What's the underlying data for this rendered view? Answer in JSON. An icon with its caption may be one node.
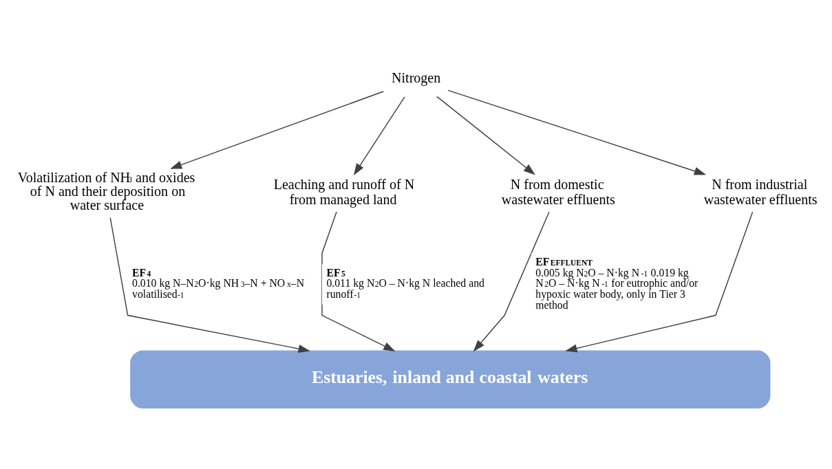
{
  "diagram": {
    "nodes": [
      {
        "text": [
          "Nitrogen"
        ]
      },
      {
        "text": [
          "Volatilization of NH$_{3}$ and oxides of N and their deposition on water surface"
        ]
      },
      {
        "text": [
          "Leaching and runoff of N from managed land"
        ]
      },
      {
        "text": [
          "N from domestic wastewater effluents"
        ]
      },
      {
        "text": [
          "N from industrial wastewater effluents"
        ]
      },
      {
        "text": [
          "Estuaries, inland and coastal waters"
        ]
      }
    ],
    "edges": [
      {
        "from": 0,
        "to": 1,
        "arrow": "to"
      },
      {
        "from": 0,
        "to": 2,
        "arrow": "to"
      },
      {
        "from": 0,
        "to": 3,
        "arrow": "to"
      },
      {
        "from": 0,
        "to": 4,
        "arrow": "to"
      },
      {
        "from": 1,
        "to": 5,
        "arrow": "to",
        "label": "**EF$_{4}$** 0.010 kg N–N$_{2}$O·kg NH$_{3}$–N + NO$_{x}$–N volatilised$^{-1}$"
      },
      {
        "from": 2,
        "to": 5,
        "arrow": "to",
        "label": "**EF$_{5}$** 0.011 kg N$_{2}$O – N·kg N leached and runoff$^{-1}$"
      },
      {
        "from": 3,
        "to": 5,
        "arrow": "to",
        "label": "**EF$_{EFFLUENT}$** 0.005 kg N$_{2}$O – N·kg N$^{-1}$ 0.019 kg N$_{2}$O – N·kg N$^{-1}$ for eutrophic and/or hypoxic water body, only in Tier 3 method"
      },
      {
        "from": 4,
        "to": 5,
        "arrow": "to"
      }
    ]
  }
}
